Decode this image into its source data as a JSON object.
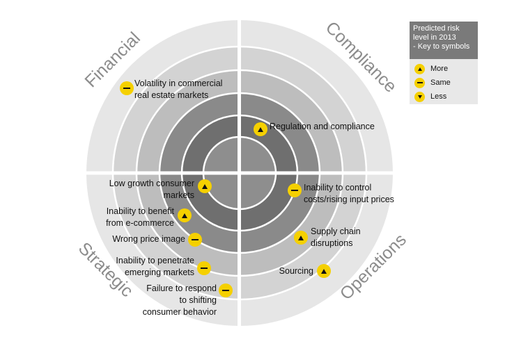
{
  "quadrants": {
    "financial": "Financial",
    "compliance": "Compliance",
    "strategic": "Strategic",
    "operations": "Operations"
  },
  "key": {
    "title": "Predicted risk\nlevel in 2013\n- Key to symbols",
    "items": [
      {
        "symbol": "more",
        "label": "More"
      },
      {
        "symbol": "same",
        "label": "Same"
      },
      {
        "symbol": "less",
        "label": "Less"
      }
    ]
  },
  "colors": {
    "marker": "#f5d000",
    "rings": [
      "#e6e6e6",
      "#d3d3d3",
      "#bdbdbd",
      "#8a8a8a",
      "#6f6f6f",
      "#8e8e8e"
    ]
  },
  "risks": [
    {
      "label": "Volatility in commercial\nreal estate markets",
      "quadrant": "Financial",
      "trend": "same"
    },
    {
      "label": "Regulation and compliance",
      "quadrant": "Compliance",
      "trend": "more"
    },
    {
      "label": "Low growth consumer\nmarkets",
      "quadrant": "Strategic",
      "trend": "more"
    },
    {
      "label": "Inability to benefit\nfrom e-commerce",
      "quadrant": "Strategic",
      "trend": "more"
    },
    {
      "label": "Wrong price image",
      "quadrant": "Strategic",
      "trend": "same"
    },
    {
      "label": "Inability to penetrate\nemerging markets",
      "quadrant": "Strategic",
      "trend": "same"
    },
    {
      "label": "Failure to respond\nto shifting\nconsumer behavior",
      "quadrant": "Strategic",
      "trend": "same"
    },
    {
      "label": "Inability to control\ncosts/rising input prices",
      "quadrant": "Operations",
      "trend": "same"
    },
    {
      "label": "Supply chain\ndisruptions",
      "quadrant": "Operations",
      "trend": "more"
    },
    {
      "label": "Sourcing",
      "quadrant": "Operations",
      "trend": "more"
    }
  ]
}
